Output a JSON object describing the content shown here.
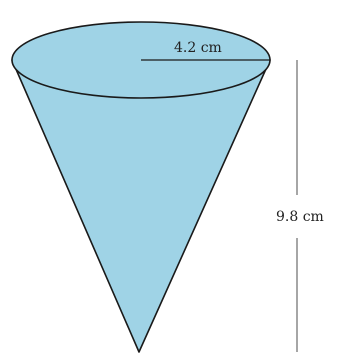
{
  "figure": {
    "shape": "cone",
    "radius_label": "4.2 cm",
    "height_label": "9.8 cm",
    "colors": {
      "fill": "#9fd3e6",
      "outline": "#1a1a1a",
      "measure_line": "#555555",
      "background": "#ffffff"
    }
  }
}
